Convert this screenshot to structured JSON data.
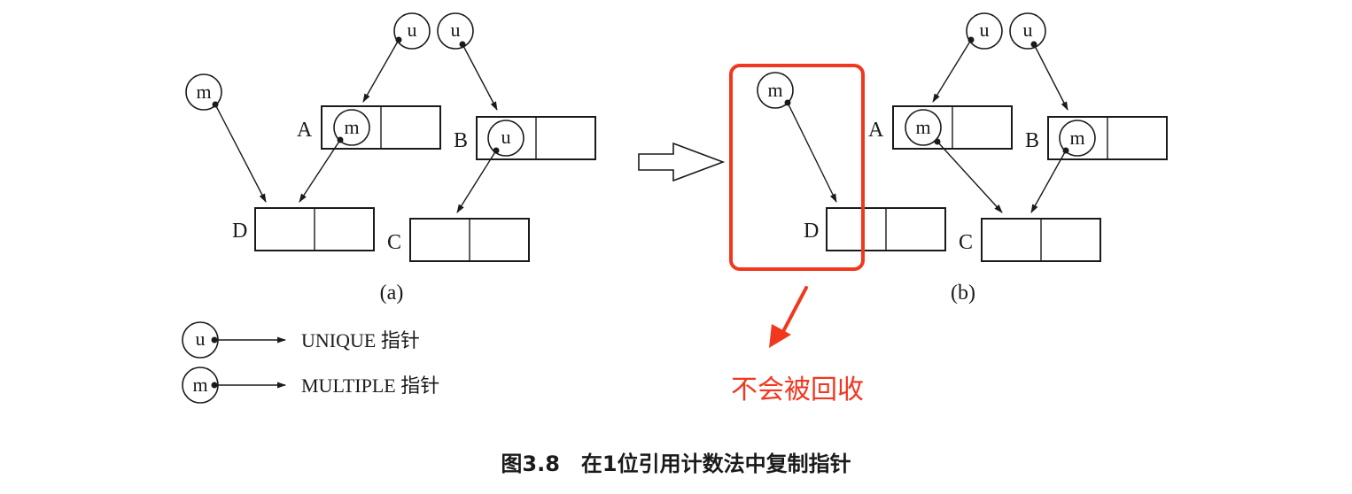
{
  "diagram_a": {
    "node_a": "A",
    "node_b": "B",
    "node_c": "C",
    "node_d": "D",
    "caption": "(a)"
  },
  "diagram_b": {
    "node_a": "A",
    "node_b": "B",
    "node_c": "C",
    "node_d": "D",
    "caption": "(b)"
  },
  "pointer": {
    "unique": "u",
    "multiple": "m"
  },
  "legend": {
    "unique_label": "UNIQUE 指针",
    "multiple_label": "MULTIPLE 指针"
  },
  "annotation": {
    "text": "不会被回收",
    "color": "#f2371f"
  },
  "figure_caption": "图3.8　在1位引用计数法中复制指针"
}
